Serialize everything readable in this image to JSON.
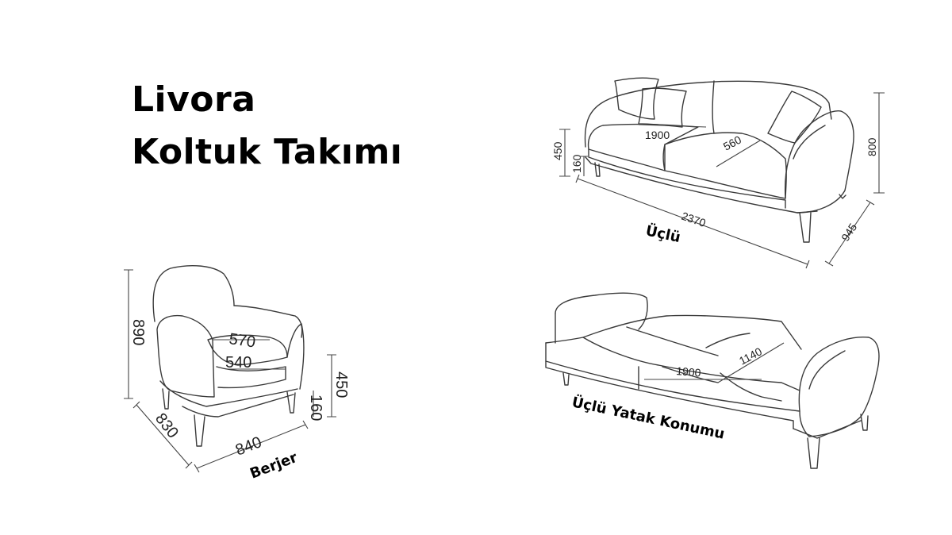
{
  "header": {
    "title_line1": "Livora",
    "title_line2": "Koltuk Takımı"
  },
  "sofa": {
    "caption": "Üçlü",
    "dims": {
      "seat_width": "1900",
      "seat_depth": "560",
      "seat_height": "450",
      "leg_height": "160",
      "total_height": "800",
      "total_width": "2370",
      "total_depth": "945"
    }
  },
  "armchair": {
    "caption": "Berjer",
    "dims": {
      "total_height": "890",
      "seat_depth_top": "570",
      "seat_depth": "540",
      "seat_height": "450",
      "leg_height": "160",
      "total_depth": "830",
      "total_width": "840"
    }
  },
  "bed": {
    "caption": "Üçlü Yatak Konumu",
    "dims": {
      "bed_depth": "1140",
      "bed_width": "1900"
    }
  }
}
